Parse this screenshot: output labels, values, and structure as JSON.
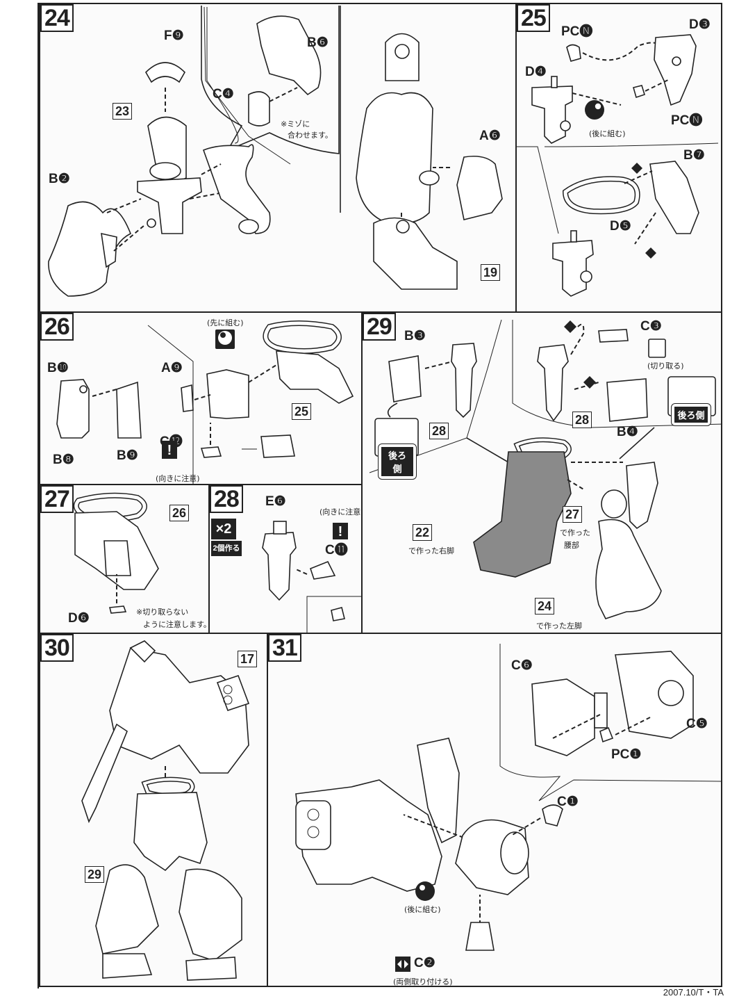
{
  "steps": {
    "s24": {
      "number": "24",
      "parts": {
        "f9": "F❾",
        "b6": "B❻",
        "c4": "C❹",
        "b2": "B❷"
      },
      "step_ref": "23",
      "note_line1": "※ミゾに",
      "note_line2": "合わせます。"
    },
    "s24b": {
      "parts": {
        "a6": "A❻"
      },
      "step_ref": "19"
    },
    "s25": {
      "number": "25",
      "parts": {
        "pcn_top": "PC🅝",
        "d3": "D❸",
        "d4": "D❹",
        "pcn_right": "PC🅝",
        "b7": "B❼",
        "d5": "D❺"
      },
      "after_note": "(後に組む)"
    },
    "s26": {
      "number": "26",
      "parts": {
        "b10": "B❿",
        "b8": "B❽",
        "b9": "B❾",
        "a9": "A❾",
        "c12": "C⓬"
      },
      "before_note": "(先に組む)",
      "direction_note": "(向きに注意)",
      "step_ref": "25"
    },
    "s27": {
      "number": "27",
      "step_ref": "26",
      "parts": {
        "d6": "D❻"
      },
      "note_line1": "※切り取らない",
      "note_line2": "ように注意します。"
    },
    "s28": {
      "number": "28",
      "x2_label": "×2",
      "make_two": "2個作る",
      "parts": {
        "e6": "E❻",
        "c11": "C⓫"
      },
      "direction_note": "(向きに注意)"
    },
    "s29": {
      "number": "29",
      "parts": {
        "b3": "B❸",
        "c3": "C❸",
        "b4": "B❹"
      },
      "step_ref_left": "28",
      "step_ref_right": "28",
      "back_side_left": "後ろ側",
      "back_side_right": "後ろ側",
      "cut_note": "(切り取る)",
      "ref22": "22",
      "ref22_label": "で作った右脚",
      "ref27": "27",
      "ref27_label_line1": "で作った",
      "ref27_label_line2": "腰部",
      "ref24": "24",
      "ref24_label": "で作った左脚"
    },
    "s30": {
      "number": "30",
      "step_ref_top": "17",
      "step_ref_bottom": "29"
    },
    "s31": {
      "number": "31",
      "parts": {
        "c6": "C❻",
        "c5": "C❺",
        "pci": "PC❶",
        "c1": "C❶",
        "c2": "C❷"
      },
      "after_note": "(後に組む)",
      "both_sides_note": "(両側取り付ける)"
    }
  },
  "footer": "2007.10/T・TA"
}
